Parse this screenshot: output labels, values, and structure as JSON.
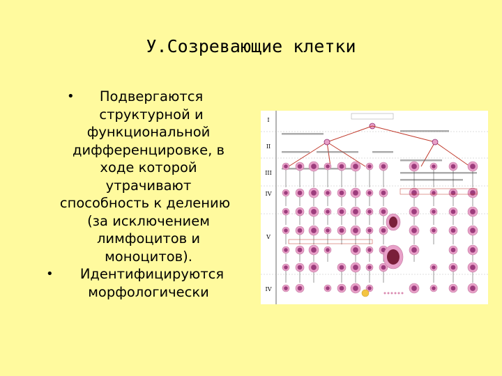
{
  "slide": {
    "title": "У.Созревающие клетки",
    "bullets": [
      {
        "lines": [
          "Подвергаются",
          "структурной и",
          "функциональной",
          "дифференцировке, в",
          "ходе которой",
          "утрачивают",
          "способность к делению",
          "(за исключением",
          "лимфоцитов и",
          "моноцитов)."
        ]
      },
      {
        "lines": [
          "Идентифицируются",
          "морфологически"
        ]
      }
    ]
  },
  "diagram": {
    "row_labels": [
      "I",
      "II",
      "III",
      "IV",
      "V",
      "IV"
    ],
    "colors": {
      "background": "#ffffff",
      "line": "#c0392b",
      "cell_fill": "#e8a0c8",
      "cell_nucleus": "#8e2a6e",
      "cell_dark": "#7a1f3a",
      "grid": "#666666"
    }
  }
}
